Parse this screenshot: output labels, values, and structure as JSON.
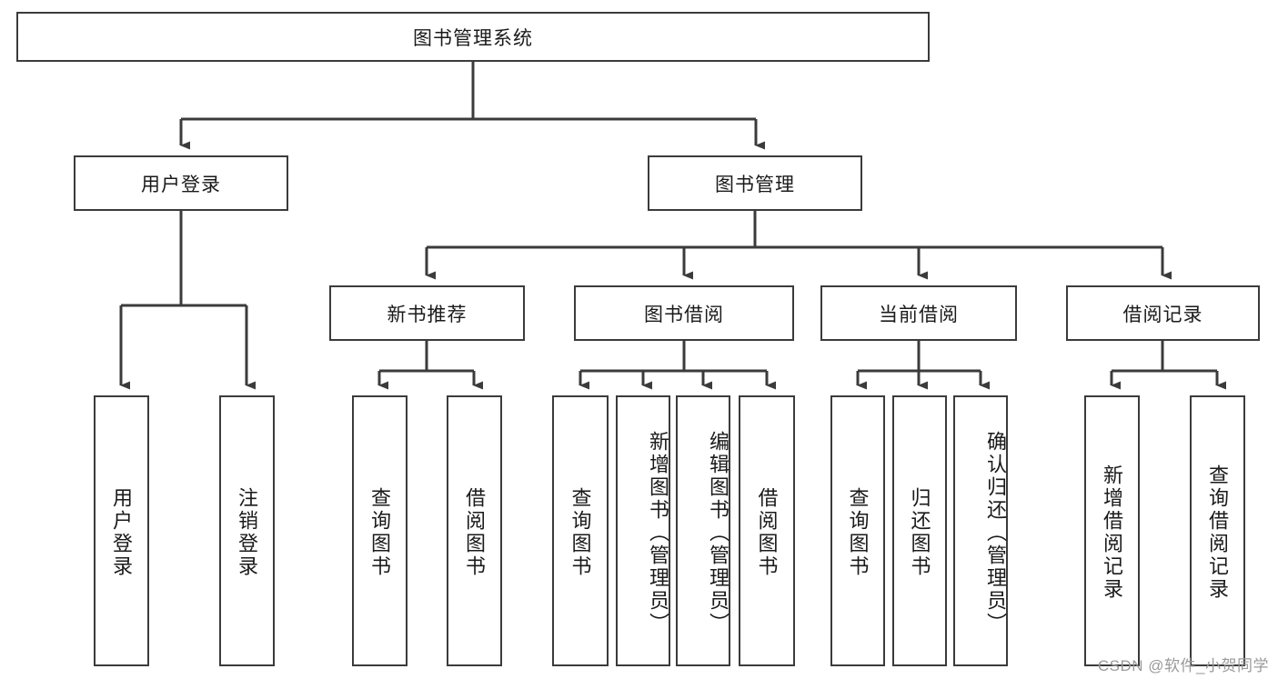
{
  "diagram": {
    "title": "图书管理系统",
    "type": "function-structure-tree",
    "root": {
      "label": "图书管理系统"
    },
    "level1": [
      {
        "label": "用户登录"
      },
      {
        "label": "图书管理"
      }
    ],
    "level2": [
      {
        "label": "新书推荐"
      },
      {
        "label": "图书借阅"
      },
      {
        "label": "当前借阅"
      },
      {
        "label": "借阅记录"
      }
    ],
    "leaves": {
      "user_login": [
        {
          "label": "用户登录"
        },
        {
          "label": "注销登录"
        }
      ],
      "new_book_recommend": [
        {
          "label": "查询图书"
        },
        {
          "label": "借阅图书"
        }
      ],
      "book_borrow": [
        {
          "label": "查询图书"
        },
        {
          "label": "新增图书（管理员）"
        },
        {
          "label": "编辑图书（管理员）"
        },
        {
          "label": "借阅图书"
        }
      ],
      "current_borrow": [
        {
          "label": "查询图书"
        },
        {
          "label": "归还图书"
        },
        {
          "label": "确认归还（管理员）"
        }
      ],
      "borrow_record": [
        {
          "label": "新增借阅记录"
        },
        {
          "label": "查询借阅记录"
        }
      ]
    }
  },
  "watermark": {
    "text": "CSDN @软件_小贺同学"
  },
  "colors": {
    "stroke": "#3b3b3b",
    "fill": "#ffffff",
    "text": "#1a1a1a",
    "watermark": "#9a9a9a"
  }
}
